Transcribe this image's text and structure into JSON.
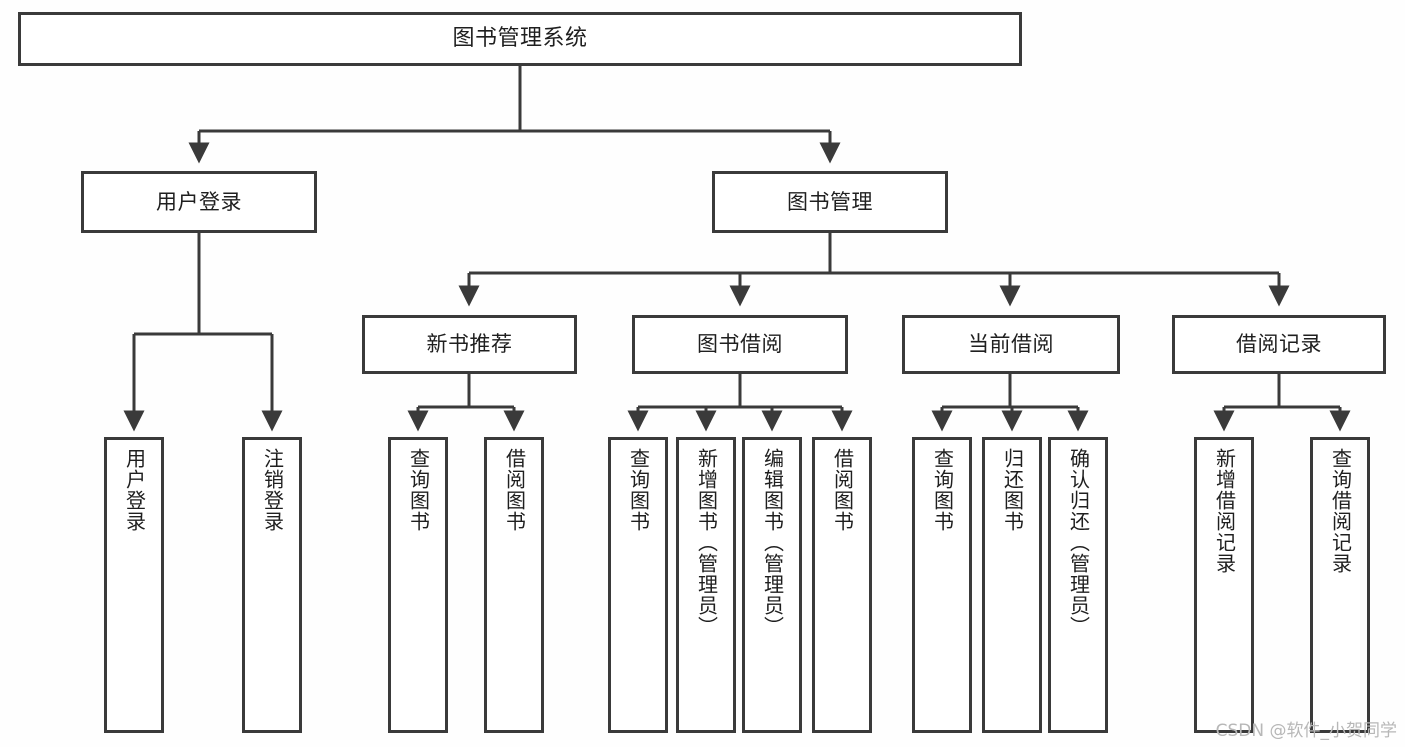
{
  "diagram": {
    "title": "图书管理系统",
    "type": "tree",
    "watermark": "CSDN @软件_小贺同学",
    "colors": {
      "stroke": "#3a3a3a",
      "box_fill": "#ffffff",
      "background": "#fefefe",
      "text": "#1f1f1f",
      "watermark": "#b7b7b7"
    },
    "nodes": {
      "root": {
        "label": "图书管理系统"
      },
      "level1": [
        {
          "id": "user-login",
          "label": "用户登录"
        },
        {
          "id": "book-manage",
          "label": "图书管理"
        }
      ],
      "level2": [
        {
          "id": "new-book-rec",
          "label": "新书推荐"
        },
        {
          "id": "book-borrow",
          "label": "图书借阅"
        },
        {
          "id": "current-borrow",
          "label": "当前借阅"
        },
        {
          "id": "borrow-record",
          "label": "借阅记录"
        }
      ],
      "leaves": {
        "user_login": [
          {
            "id": "leaf-user-login",
            "label": "用户登录"
          },
          {
            "id": "leaf-logout",
            "label": "注销登录"
          }
        ],
        "new_book_rec": [
          {
            "id": "leaf-query-book-1",
            "label": "查询图书"
          },
          {
            "id": "leaf-borrow-book-1",
            "label": "借阅图书"
          }
        ],
        "book_borrow": [
          {
            "id": "leaf-query-book-2",
            "label": "查询图书"
          },
          {
            "id": "leaf-add-book",
            "label": "新增图书（管理员）"
          },
          {
            "id": "leaf-edit-book",
            "label": "编辑图书（管理员）"
          },
          {
            "id": "leaf-borrow-book-2",
            "label": "借阅图书"
          }
        ],
        "current_borrow": [
          {
            "id": "leaf-query-book-3",
            "label": "查询图书"
          },
          {
            "id": "leaf-return-book",
            "label": "归还图书"
          },
          {
            "id": "leaf-confirm-return",
            "label": "确认归还（管理员）"
          }
        ],
        "borrow_record": [
          {
            "id": "leaf-add-record",
            "label": "新增借阅记录"
          },
          {
            "id": "leaf-query-record",
            "label": "查询借阅记录"
          }
        ]
      }
    }
  }
}
